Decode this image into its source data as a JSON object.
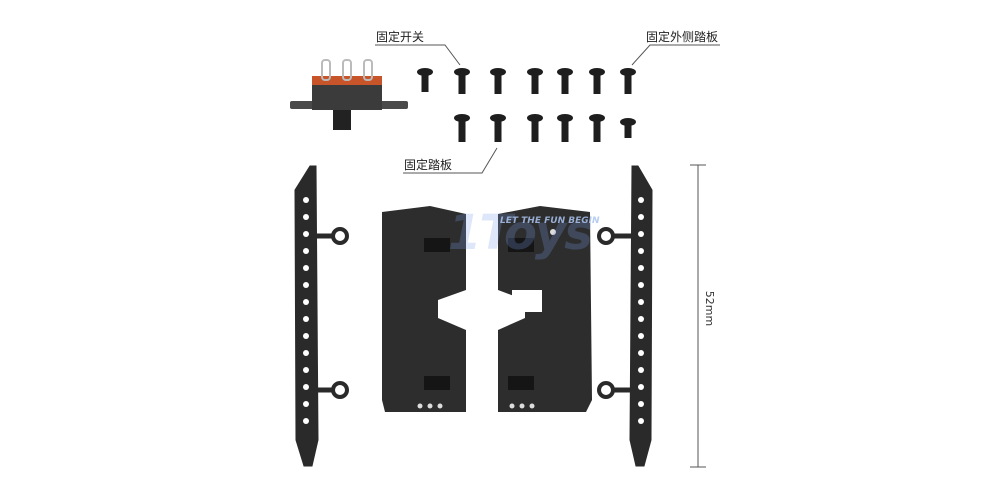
{
  "labels": {
    "switch_mount": "固定开关",
    "outer_step_mount": "固定外侧踏板",
    "step_mount": "固定踏板"
  },
  "dimension": "52mm",
  "watermark": {
    "logo": "1Toys",
    "slogan": "LET THE FUN BEGIN"
  },
  "colors": {
    "part": "#2a2a2a",
    "switch_orange": "#c8552a",
    "leader": "#555555"
  }
}
